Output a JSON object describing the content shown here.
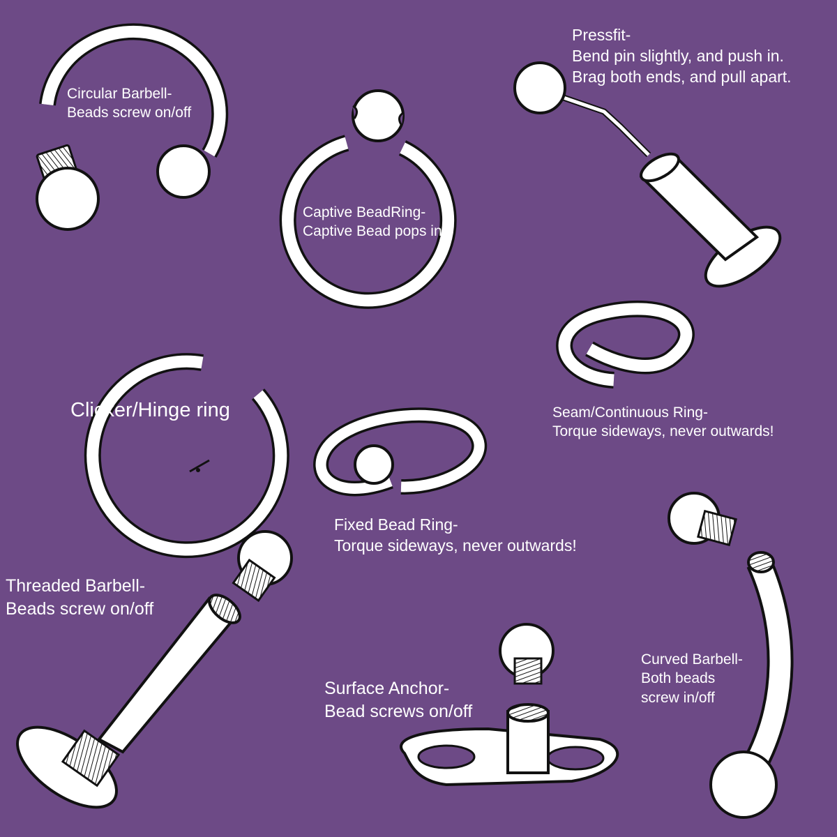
{
  "colors": {
    "background": "#6d4a86",
    "jewelry_fill": "#ffffff",
    "outline": "#111111",
    "label_text": "#ffffff"
  },
  "labels": {
    "circular_barbell": {
      "line1": "Circular Barbell-",
      "line2": "Beads screw on/off"
    },
    "captive_bead_ring": {
      "line1": "Captive BeadRing-",
      "line2": "Captive Bead pops in"
    },
    "pressfit": {
      "line1": "Pressfit-",
      "line2": "Bend pin slightly, and push in.",
      "line3": "Brag both ends, and pull apart."
    },
    "clicker_hinge_ring": {
      "line1": "Clicker/Hinge ring"
    },
    "seam_continuous_ring": {
      "line1": "Seam/Continuous Ring-",
      "line2": "Torque sideways, never outwards!"
    },
    "fixed_bead_ring": {
      "line1": "Fixed Bead Ring-",
      "line2": "Torque sideways, never outwards!"
    },
    "threaded_barbell": {
      "line1": "Threaded Barbell-",
      "line2": "Beads screw on/off"
    },
    "surface_anchor": {
      "line1": "Surface Anchor-",
      "line2": "Bead screws on/off"
    },
    "curved_barbell": {
      "line1": "Curved Barbell-",
      "line2": "Both beads",
      "line3": "screw in/off"
    }
  }
}
